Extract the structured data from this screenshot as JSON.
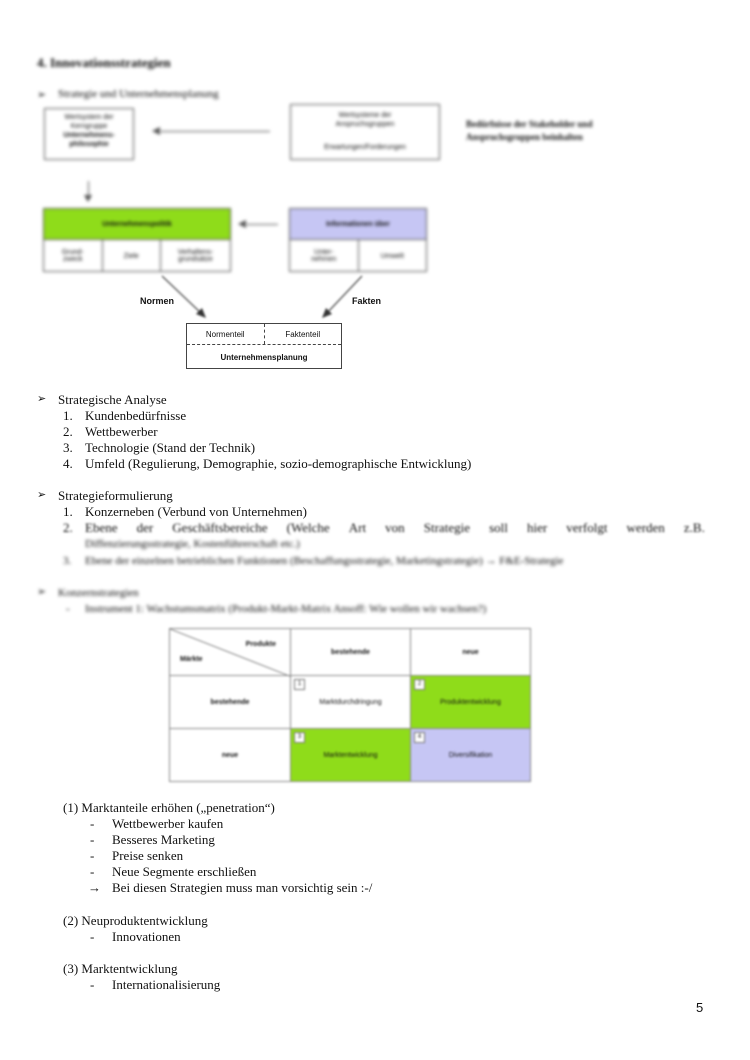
{
  "heading": "4. Innovationsstrategien",
  "section1": {
    "bullet": "Strategie und Unternehmensplanung",
    "diagram": {
      "wert_box": {
        "line1": "Wertsystem der",
        "line2": "Kerngruppe",
        "line3": "Unternehmens-",
        "line4": "philosophie"
      },
      "anspruch_box": {
        "line1": "Wertsysteme der",
        "line2": "Anspruchsgruppen",
        "line3": "Erwartungen/Forderungen"
      },
      "side_note": {
        "line1": "Bedürfnisse der Stakeholder und",
        "line2": "Anspruchsgruppen beinhalten"
      },
      "politik_header": "Unternehmenspolitik",
      "politik_cells": [
        "Grund-\nzweck",
        "Ziele",
        "Verhaltens-\ngrundsätze"
      ],
      "info_header": "Informationen über",
      "info_cells": [
        "Unter-\nnehmen",
        "Umwelt"
      ],
      "label_normen": "Normen",
      "label_fakten": "Fakten",
      "planung_top_left": "Normenteil",
      "planung_top_right": "Faktenteil",
      "planung_title": "Unternehmensplanung"
    }
  },
  "section2": {
    "bullet": "Strategische Analyse",
    "items": [
      {
        "num": "1.",
        "text": "Kundenbedürfnisse"
      },
      {
        "num": "2.",
        "text": "Wettbewerber"
      },
      {
        "num": "3.",
        "text": "Technologie (Stand der Technik)"
      },
      {
        "num": "4.",
        "text": "Umfeld (Regulierung, Demographie, sozio-demographische Entwicklung)"
      }
    ]
  },
  "section3": {
    "bullet": "Strategieformulierung",
    "item1": {
      "num": "1.",
      "text": "Konzerneben (Verbund von Unternehmen)"
    },
    "item2": {
      "num": "2.",
      "words": [
        "Ebene",
        "der",
        "Geschäftsbereiche",
        "(Welche",
        "Art",
        "von",
        "Strategie",
        "soll",
        "hier",
        "verfolgt",
        "werden",
        "z.B."
      ],
      "line2": "Diffenzierungsstrategie, Kostenführerschaft etc.)"
    },
    "item3": {
      "num": "3.",
      "text": "Ebene der einzelnen betrieblichen Funktionen (Beschaffungsstrategie, Marketingstrategie) → F&E-Strategie"
    }
  },
  "section4": {
    "bullet": "Konzernstrategien",
    "sub": "Instrument 1: Wachstumsmatrix (Produkt-Markt-Matrix Ansoff: Wie wollen wir wachsen?)",
    "matrix": {
      "corner_top": "Produkte",
      "corner_bottom": "Märkte",
      "col_headers": [
        "bestehende",
        "neue"
      ],
      "row_headers": [
        "bestehende",
        "neue"
      ],
      "cells": [
        {
          "num": "1",
          "label": "Marktdurchdringung",
          "color": "#ffffff"
        },
        {
          "num": "2",
          "label": "Produktentwicklung",
          "color": "#8fdc1a"
        },
        {
          "num": "3",
          "label": "Marktentwicklung",
          "color": "#8fdc1a"
        },
        {
          "num": "4",
          "label": "Diversifikation",
          "color": "#c6c6f4"
        }
      ]
    }
  },
  "penetration": {
    "title": "(1)  Marktanteile erhöhen („penetration“)",
    "items": [
      {
        "mark": "-",
        "text": "Wettbewerber kaufen"
      },
      {
        "mark": "-",
        "text": "Besseres Marketing"
      },
      {
        "mark": "-",
        "text": "Preise senken"
      },
      {
        "mark": "-",
        "text": "Neue Segmente erschließen"
      },
      {
        "mark": "→",
        "text": "Bei diesen Strategien muss man vorsichtig sein :-/"
      }
    ]
  },
  "neuprodukt": {
    "title": "(2)  Neuproduktentwicklung",
    "items": [
      {
        "mark": "-",
        "text": "Innovationen"
      }
    ]
  },
  "marktentwicklung": {
    "title": "(3)  Marktentwicklung",
    "items": [
      {
        "mark": "-",
        "text": "Internationalisierung"
      }
    ]
  },
  "page_number": "5",
  "colors": {
    "green": "#8fdc1a",
    "lavender": "#c6c6f4"
  }
}
